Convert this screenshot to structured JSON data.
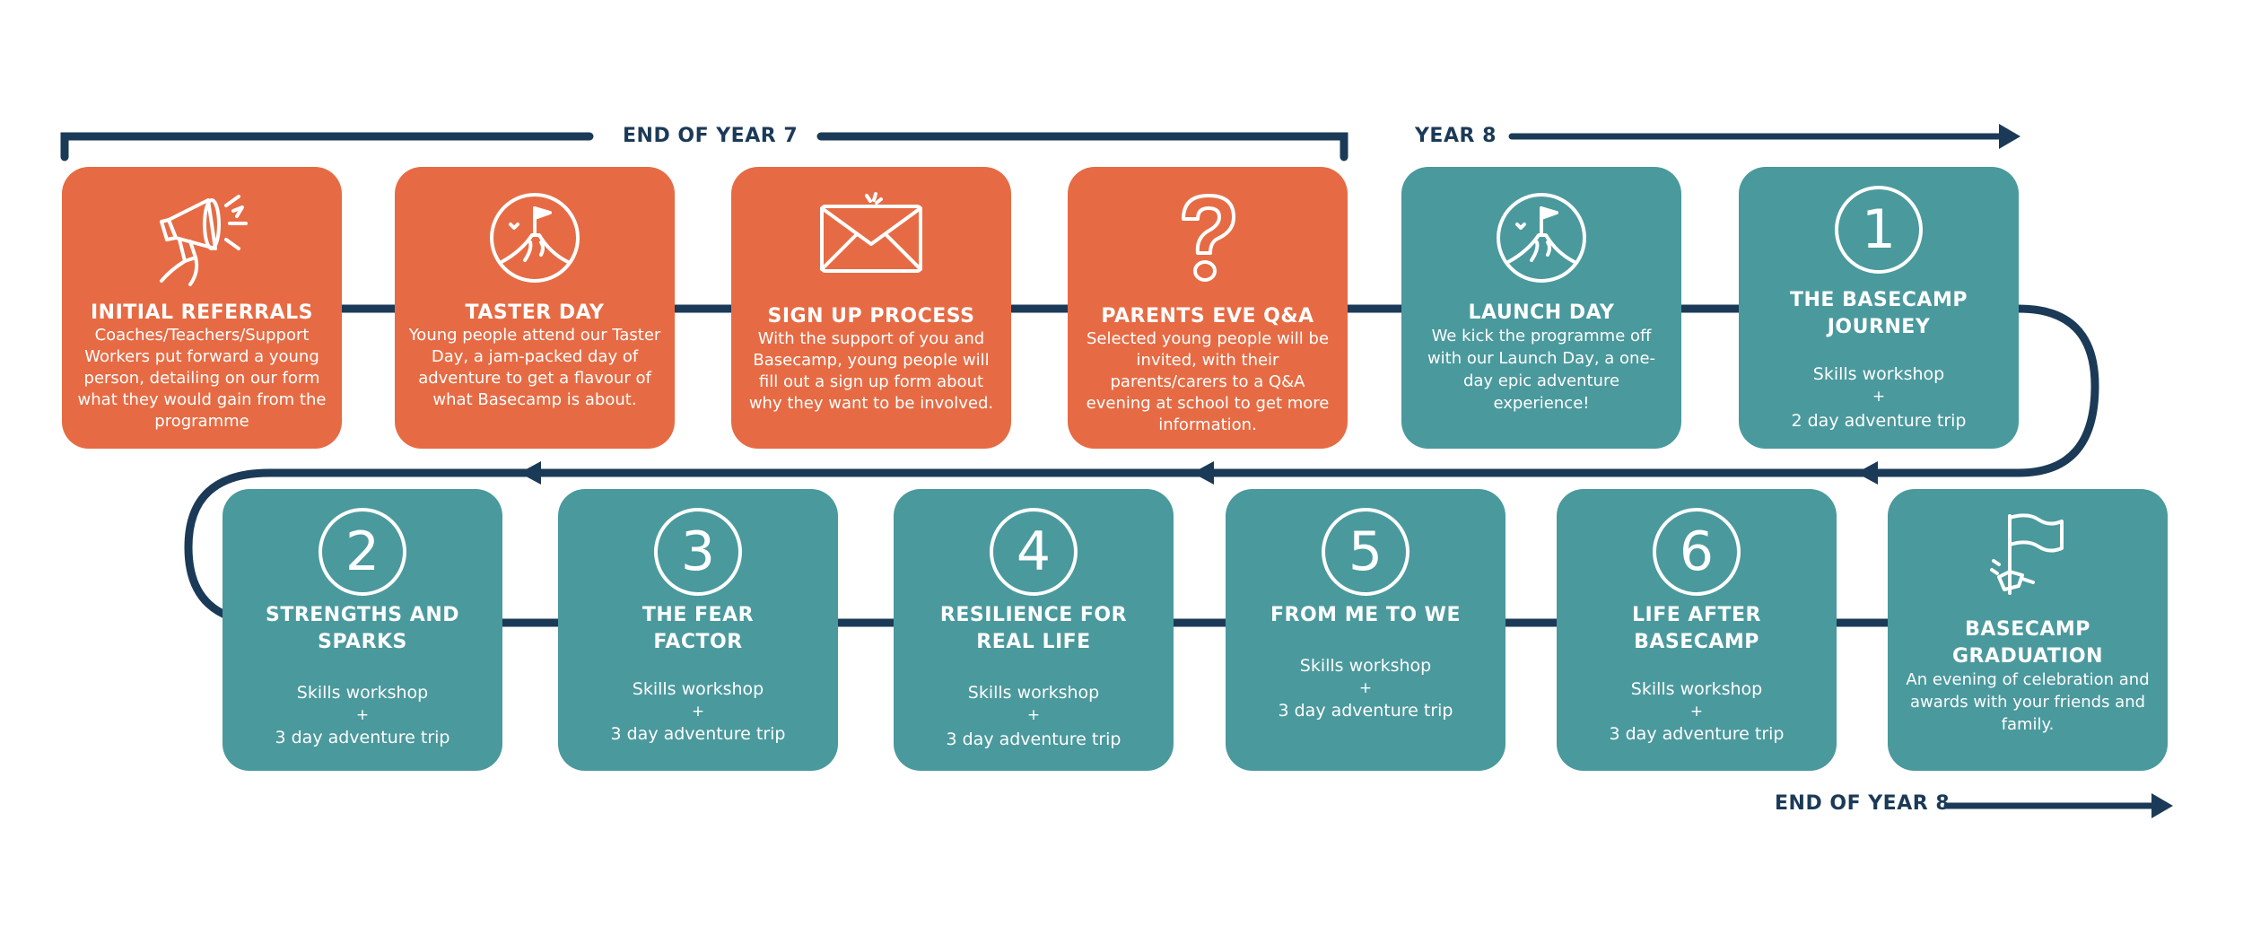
{
  "timeline_labels": {
    "end_of_year_7": "END OF YEAR 7",
    "year_8": "YEAR 8",
    "end_of_year_8": "END OF YEAR 8"
  },
  "colors": {
    "orange": "#e66b44",
    "teal": "#4a999d",
    "navy": "#1b3a57"
  },
  "steps": [
    {
      "title": "INITIAL REFERRALS",
      "text": "Coaches/Teachers/Support Workers put forward a young person, detailing on our form what they would gain from the programme",
      "icon": "megaphone-icon"
    },
    {
      "title": "TASTER DAY",
      "text": "Young people attend our Taster Day, a jam-packed day of adventure to get a flavour of what Basecamp is about.",
      "icon": "mountain-flag-icon"
    },
    {
      "title": "SIGN UP PROCESS",
      "text": "With the support of you and Basecamp, young people will fill out a sign up form about why they want to be involved.",
      "icon": "envelope-icon"
    },
    {
      "title": "PARENTS EVE Q&A",
      "text": "Selected young people will be invited, with their parents/carers to a Q&A evening at school to get more information.",
      "icon": "question-mark-icon"
    },
    {
      "title": "LAUNCH DAY",
      "text": "We kick the programme off with our Launch Day, a one-day epic adventure experience!",
      "icon": "mountain-flag-icon"
    },
    {
      "number": "1",
      "title_line1": "THE BASECAMP",
      "title_line2": "JOURNEY",
      "line1": "Skills workshop",
      "plus": "+",
      "line2": "2 day adventure trip"
    },
    {
      "number": "2",
      "title_line1": "STRENGTHS AND",
      "title_line2": "SPARKS",
      "line1": "Skills workshop",
      "plus": "+",
      "line2": "3 day adventure trip"
    },
    {
      "number": "3",
      "title_line1": "THE FEAR",
      "title_line2": "FACTOR",
      "line1": "Skills workshop",
      "plus": "+",
      "line2": "3 day adventure trip"
    },
    {
      "number": "4",
      "title_line1": "RESILIENCE FOR",
      "title_line2": "REAL LIFE",
      "line1": "Skills workshop",
      "plus": "+",
      "line2": "3 day adventure trip"
    },
    {
      "number": "5",
      "title": "FROM ME TO WE",
      "line1": "Skills workshop",
      "plus": "+",
      "line2": "3 day adventure trip"
    },
    {
      "number": "6",
      "title_line1": "LIFE AFTER",
      "title_line2": "BASECAMP",
      "line1": "Skills workshop",
      "plus": "+",
      "line2": "3 day adventure trip"
    },
    {
      "title_line1": "BASECAMP",
      "title_line2": "GRADUATION",
      "text": "An evening of celebration and awards with your friends and family.",
      "icon": "hand-flag-icon"
    }
  ]
}
